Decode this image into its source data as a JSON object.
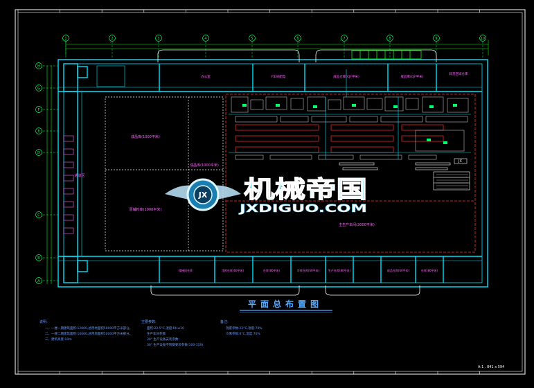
{
  "palette": {
    "background": "#000000",
    "frame": "#ffffff",
    "wall": "#00e5ff",
    "dimension": "#00ff00",
    "axis": "#00ff66",
    "area_line": "#c8c8ff",
    "red_line": "#ff3030",
    "magenta_text": "#ff66ff",
    "title_blue": "#55aaff",
    "watermark_cyan": "#60d8ff",
    "watermark_white": "#ffffff"
  },
  "grid_top": [
    "1",
    "2",
    "3",
    "4",
    "5",
    "6",
    "7",
    "8",
    "9",
    "10"
  ],
  "grid_left": [
    "H",
    "G",
    "F",
    "E",
    "D",
    "C",
    "B",
    "A"
  ],
  "rooms_top": [
    "办公室",
    "F车间配电",
    "成品仓库(CJF平米)",
    "成品库(CJF平米)",
    "卸货区域仓库"
  ],
  "rooms_bottom": [
    "楼梯间仓库",
    "冷库仓库(60平米)",
    "仓库(80平米)",
    "冷库仓库(60平米)",
    "生产仓库(80平米)",
    "成品仓库(60平米)",
    "仓库(80平米)"
  ],
  "room_left_bay": "通道区",
  "hall_labels": [
    "成品库(1000平米)",
    "成品库(1000平米)",
    "原辅料库(1000平米)",
    "主生产车间(3000平米)"
  ],
  "watermark": {
    "cn": "机械帝国",
    "en": "JXDIGUO.COM",
    "emblem": "JX"
  },
  "title": "平面总布置图",
  "notes": {
    "col1_head": "说明:",
    "col1": [
      "一、一楼一期建筑面积:12000,总用地面积50000平方米部分。",
      "二、一楼二期建筑面积:10000,总用地面积50000平方米部分。",
      "三、建筑高度:10m"
    ],
    "col2_head": "主要参数:",
    "col2": [
      "面积:22.5°C,湿度:RH≤10",
      "生产车间参数:",
      "30°  生产设备安装参数:",
      "30°  生产设备不锈钢安装参数(100-150)"
    ],
    "col3_head": "备注:",
    "col3": [
      "温度参数:22°C,湿度:70%",
      "冷库参数:0°C,湿度:70%"
    ]
  },
  "sheet_no": "A-1 . 841 x 594"
}
